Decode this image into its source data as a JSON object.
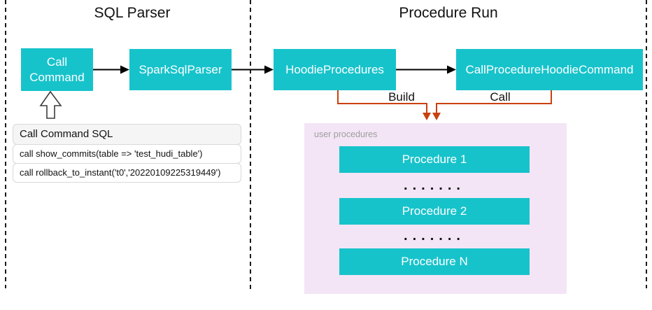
{
  "colors": {
    "teal": "#17c3cb",
    "orange": "#c8410e",
    "arrow-black": "#000000",
    "purple-bg": "#f3e5f5",
    "table-header-bg": "#f5f5f5",
    "table-border": "#d9d9d9",
    "muted-text": "#9e9e9e"
  },
  "sections": {
    "sql_parser": {
      "title": "SQL Parser"
    },
    "procedure_run": {
      "title": "Procedure Run"
    }
  },
  "nodes": {
    "call_command": "Call Command",
    "spark_sql_parser": "SparkSqlParser",
    "hoodie_procedures": "HoodieProcedures",
    "call_procedure_hoodie_command": "CallProcedureHoodieCommand"
  },
  "connectors": {
    "build_label": "Build",
    "call_label": "Call"
  },
  "sql_table": {
    "header": "Call Command SQL",
    "rows": [
      "call show_commits(table => 'test_hudi_table')",
      "call rollback_to_instant('t0','20220109225319449')"
    ]
  },
  "user_procedures": {
    "label": "user procedures",
    "items": [
      "Procedure 1",
      "Procedure 2",
      "Procedure N"
    ],
    "ellipsis": "......."
  }
}
